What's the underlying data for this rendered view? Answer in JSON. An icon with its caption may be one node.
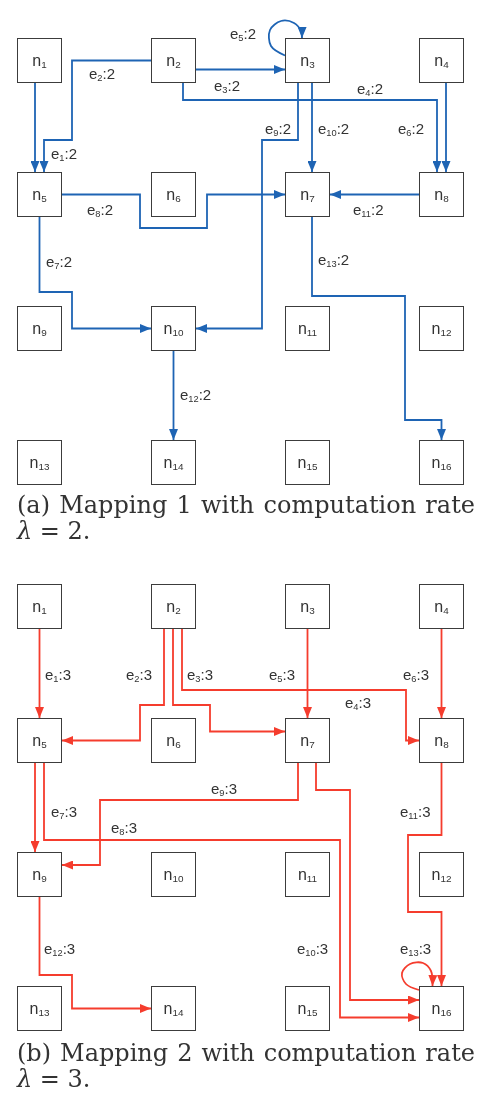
{
  "diagram": {
    "nodes": [
      {
        "text": [
          "n$_{1}$"
        ]
      },
      {
        "text": [
          "n$_{2}$"
        ]
      },
      {
        "text": [
          "n$_{3}$"
        ]
      },
      {
        "text": [
          "n$_{4}$"
        ]
      },
      {
        "text": [
          "n$_{5}$"
        ]
      },
      {
        "text": [
          "n$_{6}$"
        ]
      },
      {
        "text": [
          "n$_{7}$"
        ]
      },
      {
        "text": [
          "n$_{8}$"
        ]
      },
      {
        "text": [
          "n$_{9}$"
        ]
      },
      {
        "text": [
          "n$_{10}$"
        ]
      },
      {
        "text": [
          "n$_{11}$"
        ]
      },
      {
        "text": [
          "n$_{12}$"
        ]
      },
      {
        "text": [
          "n$_{13}$"
        ]
      },
      {
        "text": [
          "n$_{14}$"
        ]
      },
      {
        "text": [
          "n$_{15}$"
        ]
      },
      {
        "text": [
          "n$_{16}$"
        ]
      },
      {
        "text": [
          "n$_{1}$"
        ]
      },
      {
        "text": [
          "n$_{2}$"
        ]
      },
      {
        "text": [
          "n$_{3}$"
        ]
      },
      {
        "text": [
          "n$_{4}$"
        ]
      },
      {
        "text": [
          "n$_{5}$"
        ]
      },
      {
        "text": [
          "n$_{6}$"
        ]
      },
      {
        "text": [
          "n$_{7}$"
        ]
      },
      {
        "text": [
          "n$_{8}$"
        ]
      },
      {
        "text": [
          "n$_{9}$"
        ]
      },
      {
        "text": [
          "n$_{10}$"
        ]
      },
      {
        "text": [
          "n$_{11}$"
        ]
      },
      {
        "text": [
          "n$_{12}$"
        ]
      },
      {
        "text": [
          "n$_{13}$"
        ]
      },
      {
        "text": [
          "n$_{14}$"
        ]
      },
      {
        "text": [
          "n$_{15}$"
        ]
      },
      {
        "text": [
          "n$_{16}$"
        ]
      }
    ],
    "edges": [
      {
        "from": 0,
        "to": 4,
        "arrow": "to",
        "label": "e$_{1}$:2",
        "color": "#1e64b4"
      },
      {
        "from": 1,
        "to": 4,
        "arrow": "to",
        "label": "e$_{2}$:2",
        "color": "#1e64b4"
      },
      {
        "from": 1,
        "to": 2,
        "arrow": "to",
        "label": "e$_{3}$:2",
        "color": "#1e64b4"
      },
      {
        "from": 1,
        "to": 7,
        "arrow": "to",
        "label": "e$_{4}$:2",
        "color": "#1e64b4"
      },
      {
        "from": 2,
        "to": 2,
        "arrow": "to",
        "label": "e$_{5}$:2",
        "color": "#1e64b4"
      },
      {
        "from": 3,
        "to": 7,
        "arrow": "to",
        "label": "e$_{6}$:2",
        "color": "#1e64b4"
      },
      {
        "from": 4,
        "to": 9,
        "arrow": "to",
        "label": "e$_{7}$:2",
        "color": "#1e64b4"
      },
      {
        "from": 4,
        "to": 6,
        "arrow": "to",
        "label": "e$_{8}$:2",
        "color": "#1e64b4"
      },
      {
        "from": 2,
        "to": 9,
        "arrow": "to",
        "label": "e$_{9}$:2",
        "color": "#1e64b4"
      },
      {
        "from": 2,
        "to": 6,
        "arrow": "to",
        "label": "e$_{10}$:2",
        "color": "#1e64b4"
      },
      {
        "from": 7,
        "to": 6,
        "arrow": "to",
        "label": "e$_{11}$:2",
        "color": "#1e64b4"
      },
      {
        "from": 9,
        "to": 13,
        "arrow": "to",
        "label": "e$_{12}$:2",
        "color": "#1e64b4"
      },
      {
        "from": 6,
        "to": 15,
        "arrow": "to",
        "label": "e$_{13}$:2",
        "color": "#1e64b4"
      },
      {
        "from": 16,
        "to": 20,
        "arrow": "to",
        "label": "e$_{1}$:3",
        "color": "#f53c2d"
      },
      {
        "from": 17,
        "to": 20,
        "arrow": "to",
        "label": "e$_{2}$:3",
        "color": "#f53c2d"
      },
      {
        "from": 17,
        "to": 22,
        "arrow": "to",
        "label": "e$_{3}$:3",
        "color": "#f53c2d"
      },
      {
        "from": 17,
        "to": 23,
        "arrow": "to",
        "label": "e$_{4}$:3",
        "color": "#f53c2d"
      },
      {
        "from": 18,
        "to": 22,
        "arrow": "to",
        "label": "e$_{5}$:3",
        "color": "#f53c2d"
      },
      {
        "from": 19,
        "to": 23,
        "arrow": "to",
        "label": "e$_{6}$:3",
        "color": "#f53c2d"
      },
      {
        "from": 20,
        "to": 24,
        "arrow": "to",
        "label": "e$_{7}$:3",
        "color": "#f53c2d"
      },
      {
        "from": 20,
        "to": 31,
        "arrow": "to",
        "label": "e$_{8}$:3",
        "color": "#f53c2d"
      },
      {
        "from": 22,
        "to": 24,
        "arrow": "to",
        "label": "e$_{9}$:3",
        "color": "#f53c2d"
      },
      {
        "from": 22,
        "to": 31,
        "arrow": "to",
        "label": "e$_{10}$:3",
        "color": "#f53c2d"
      },
      {
        "from": 23,
        "to": 31,
        "arrow": "to",
        "label": "e$_{11}$:3",
        "color": "#f53c2d"
      },
      {
        "from": 24,
        "to": 29,
        "arrow": "to",
        "label": "e$_{12}$:3",
        "color": "#f53c2d"
      },
      {
        "from": 31,
        "to": 31,
        "arrow": "to",
        "label": "e$_{13}$:3",
        "color": "#f53c2d"
      }
    ],
    "labels": [
      "(a) Mapping 1 with computation rate *λ* = 2.",
      "(b) Mapping 2 with computation rate *λ* = 3."
    ]
  }
}
